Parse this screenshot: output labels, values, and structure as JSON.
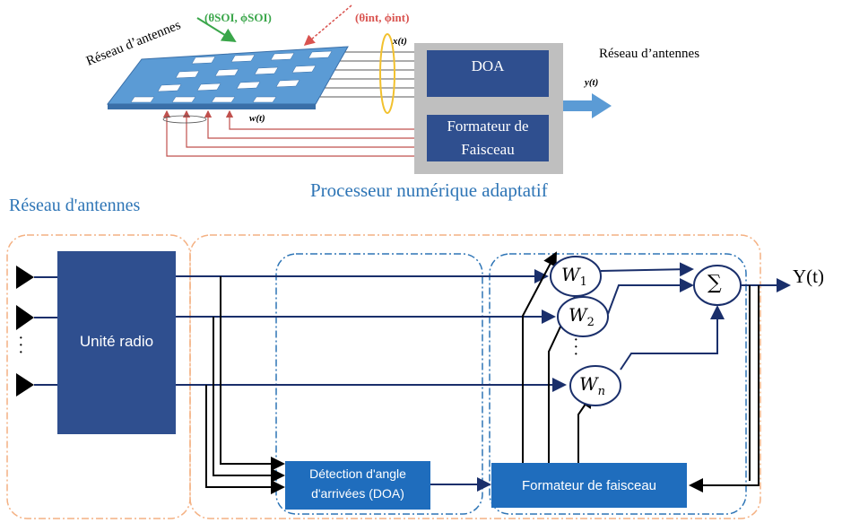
{
  "top_figure": {
    "antenna_array_label": "Réseau d’antennes",
    "soi_angles": "(θSOI, ϕSOI)",
    "int_angles": "(θint, ϕint)",
    "x_label": "x(t)",
    "w_label": "w(t)",
    "y_label": "y(t)",
    "doa_box": "DOA",
    "beamformer_box_line1": "Formateur de",
    "beamformer_box_line2": "Faisceau",
    "output_label": "Réseau d’antennes",
    "processor_caption": "Processeur numérique adaptatif"
  },
  "bottom_figure": {
    "section_label": "Réseau d'antennes",
    "radio_unit": "Unité radio",
    "doa_block_line1": "Détection d'angle",
    "doa_block_line2": "d'arrivées (DOA)",
    "beamformer_block": "Formateur de faisceau",
    "weights": [
      "W",
      "W",
      "W"
    ],
    "weight_subscripts": [
      "1",
      "2",
      "n"
    ],
    "summer_symbol": "∑",
    "output": "Y(t)",
    "dots_vertical": "·\n·\n·"
  },
  "colors": {
    "dark_block": "#2f4f8f",
    "mid_block": "#1f6dbd",
    "line_navy": "#1a2f6b",
    "orange_dash": "#f4b183",
    "blue_dash": "#2e75b6",
    "caption_blue": "#2e75b6",
    "array_blue": "#5b9bd5",
    "feedback_red": "#c0504d",
    "green_arrow": "#3aa64a",
    "red_arrow": "#d9534f"
  }
}
